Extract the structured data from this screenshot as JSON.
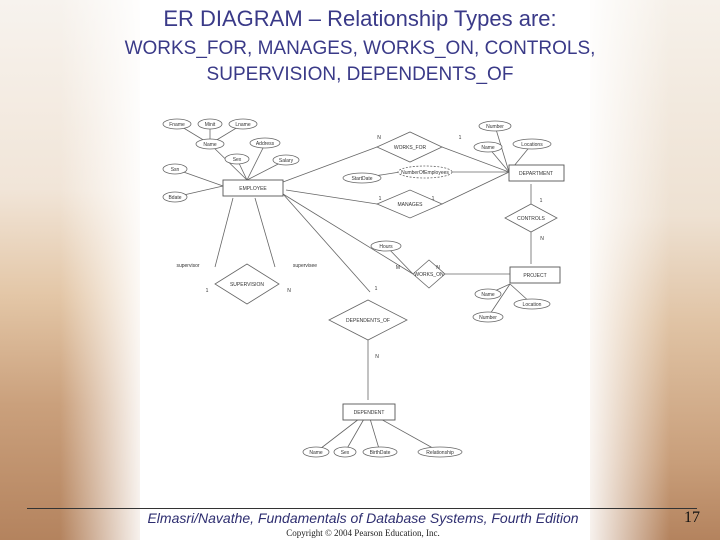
{
  "slide": {
    "title": "ER DIAGRAM – Relationship Types are:",
    "subtitle_line1": "WORKS_FOR, MANAGES, WORKS_ON, CONTROLS,",
    "subtitle_line2": "SUPERVISION, DEPENDENTS_OF",
    "footer": "Elmasri/Navathe, Fundamentals of Database Systems, Fourth Edition",
    "copyright": "Copyright © 2004 Pearson Education, Inc.",
    "page_number": "17"
  },
  "diagram": {
    "entities": [
      "EMPLOYEE",
      "DEPARTMENT",
      "PROJECT",
      "DEPENDENT"
    ],
    "relationships": [
      "WORKS_FOR",
      "MANAGES",
      "WORKS_ON",
      "CONTROLS",
      "SUPERVISION",
      "DEPENDENTS_OF"
    ],
    "attributes": [
      "Fname",
      "Minit",
      "Lname",
      "Name",
      "Address",
      "Sex",
      "Salary",
      "Ssn",
      "Bdate",
      "StartDate",
      "Hours",
      "Number",
      "Name",
      "Locations",
      "NumberOfEmployees",
      "Name",
      "Location",
      "Number",
      "Name",
      "Sex",
      "BirthDate",
      "Relationship"
    ],
    "roles": [
      "supervisor",
      "supervisee"
    ],
    "cardinalities": [
      "N",
      "1",
      "1",
      "1",
      "1",
      "N",
      "M",
      "N",
      "1",
      "N",
      "1",
      "N"
    ]
  }
}
